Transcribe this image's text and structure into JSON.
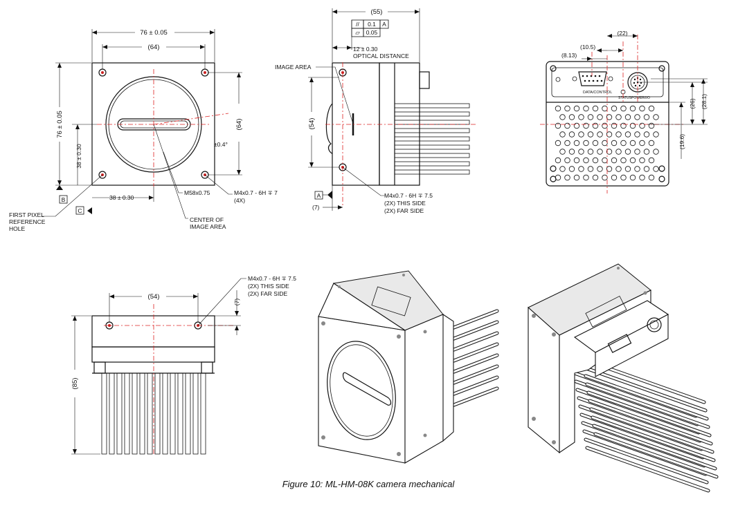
{
  "front_view": {
    "width_dim": "76 ± 0.05",
    "hole_spacing_h": "(64)",
    "height_dim": "76 ± 0.05",
    "hole_spacing_v": "(64)",
    "center_y": "38 ± 0.30",
    "center_x": "38 ± 0.30",
    "tilt": "±0.4°",
    "mount": "M58x0.75",
    "screw": "M4x0.7 - 6H ∓ 7",
    "screw_qty": "(4X)",
    "datum_b": "B",
    "datum_c": "C",
    "first_pixel": [
      "FIRST PIXEL",
      "REFERENCE",
      "HOLE"
    ],
    "center_area": [
      "CENTER OF",
      "IMAGE AREA"
    ]
  },
  "side_view": {
    "length_dim": "(55)",
    "tol_parallel": "//",
    "tol_parallel_val": "0.1",
    "tol_parallel_ref": "A",
    "tol_flat": "▱",
    "tol_flat_val": "0.05",
    "optical_dim": "12 ± 0.30",
    "optical_label": "OPTICAL DISTANCE",
    "image_area": "IMAGE AREA",
    "height_dim": "(54)",
    "datum_a": "A",
    "offset_dim": "(7)",
    "screw": "M4x0.7 - 6H ∓ 7.5",
    "screw_this": "(2X) THIS SIDE",
    "screw_far": "(2X) FAR SIDE"
  },
  "rear_view": {
    "dim_22": "(22)",
    "dim_10_5": "(10.5)",
    "dim_8_13": "(8.13)",
    "dim_26": "(26)",
    "dim_28_1": "(28.1)",
    "dim_19_6": "(19.6)",
    "conn_label": "DATA/CONTROL",
    "power_label": "POWER/I/O",
    "status_label": "STATUS"
  },
  "top_view": {
    "screw": "M4x0.7 - 6H ∓ 7.5",
    "screw_this": "(2X) THIS SIDE",
    "screw_far": "(2X) FAR SIDE",
    "hole_spacing": "(54)",
    "offset_dim": "(7)",
    "height_dim": "(85)"
  },
  "caption": "Figure 10: ML-HM-08K camera mechanical"
}
